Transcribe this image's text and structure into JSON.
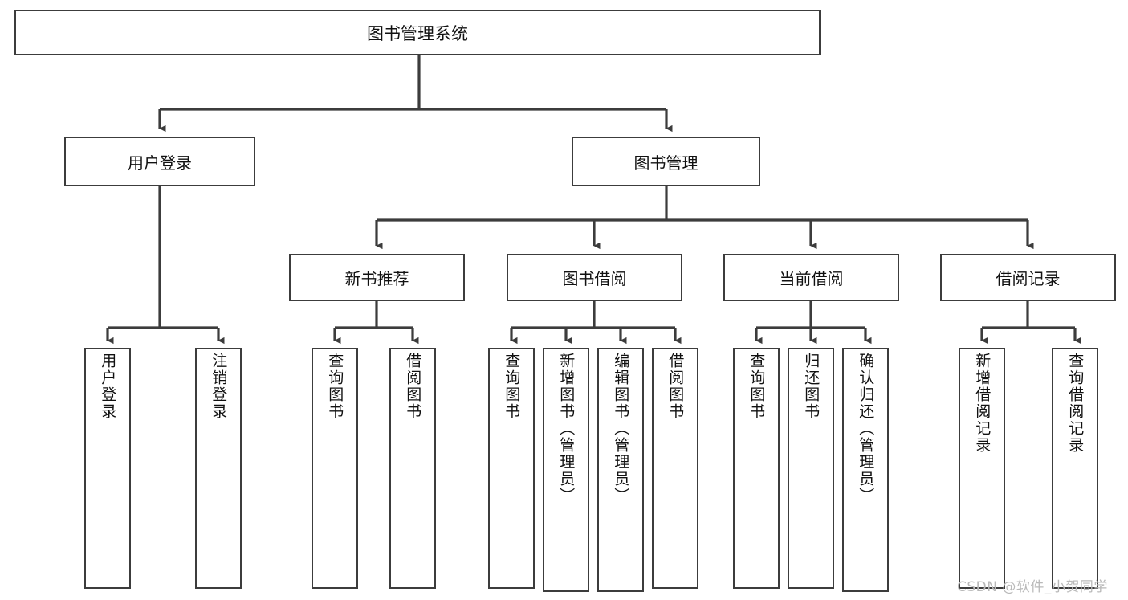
{
  "diagram": {
    "title": "图书管理系统",
    "type": "tree-hierarchy-flowchart",
    "colors": {
      "background": "#ffffff",
      "box_fill": "#ffffff",
      "box_border": "#3c3c3c",
      "connector": "#3c3c3c",
      "text": "#111111",
      "watermark": "#b9b9b9"
    },
    "root": {
      "label": "图书管理系统"
    },
    "level1": [
      {
        "label": "用户登录"
      },
      {
        "label": "图书管理"
      }
    ],
    "level2": [
      {
        "label": "新书推荐"
      },
      {
        "label": "图书借阅"
      },
      {
        "label": "当前借阅"
      },
      {
        "label": "借阅记录"
      }
    ],
    "leaves": {
      "user_login": [
        {
          "label": "用户登录"
        },
        {
          "label": "注销登录"
        }
      ],
      "new_book_recommend": [
        {
          "label": "查询图书"
        },
        {
          "label": "借阅图书"
        }
      ],
      "book_borrow": [
        {
          "label": "查询图书"
        },
        {
          "label": "新增图书（管理员）"
        },
        {
          "label": "编辑图书（管理员）"
        },
        {
          "label": "借阅图书"
        }
      ],
      "current_borrow": [
        {
          "label": "查询图书"
        },
        {
          "label": "归还图书"
        },
        {
          "label": "确认归还（管理员）"
        }
      ],
      "borrow_record": [
        {
          "label": "新增借阅记录"
        },
        {
          "label": "查询借阅记录"
        }
      ]
    },
    "watermark": "CSDN @软件_小贺同学"
  }
}
